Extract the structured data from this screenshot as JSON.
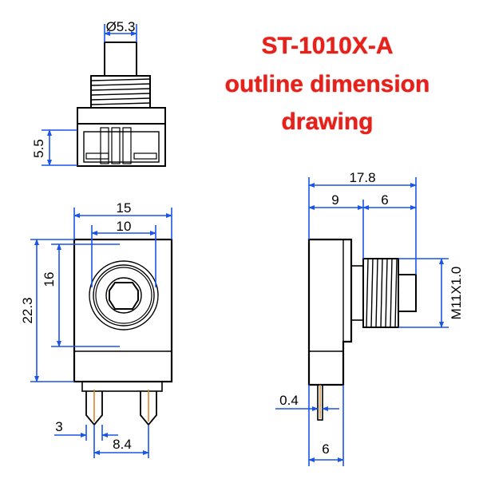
{
  "title": {
    "line1": "ST-1010X-A",
    "line2": "outline dimension",
    "line3": "drawing"
  },
  "dimensions": {
    "button_diameter": "Ø5.3",
    "top_height": "5.5",
    "body_width": "15",
    "button_width": "10",
    "body_height": "22.3",
    "button_height": "16",
    "terminal_pitch": "3",
    "terminal_span": "8.4",
    "total_length": "17.8",
    "body_depth": "9",
    "thread_length": "6",
    "thread_spec": "M11X1.0",
    "terminal_thickness": "0.4",
    "terminal_offset": "6"
  },
  "colors": {
    "title": "#e8201a",
    "dimension_lines": "#1a55e8",
    "outline": "#000000",
    "terminal_accent": "#d9822b"
  }
}
